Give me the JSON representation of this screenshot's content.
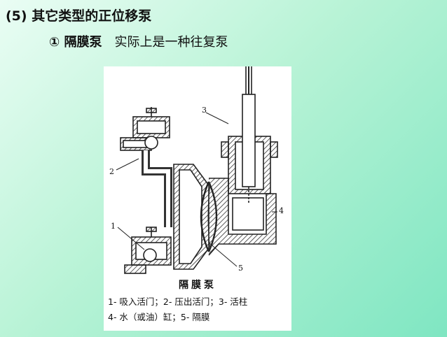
{
  "slide": {
    "title": "(5) 其它类型的正位移泵",
    "subtitle_bold": "① 隔膜泵",
    "subtitle_rest": "实际上是一种往复泵"
  },
  "figure": {
    "caption_title": "隔膜泵",
    "legend_line1": "1- 吸入活门；2- 压出活门；3- 活柱",
    "legend_line2": "4- 水（或油）缸；5- 隔膜",
    "part_labels": [
      "1",
      "2",
      "3",
      "4",
      "5"
    ]
  }
}
